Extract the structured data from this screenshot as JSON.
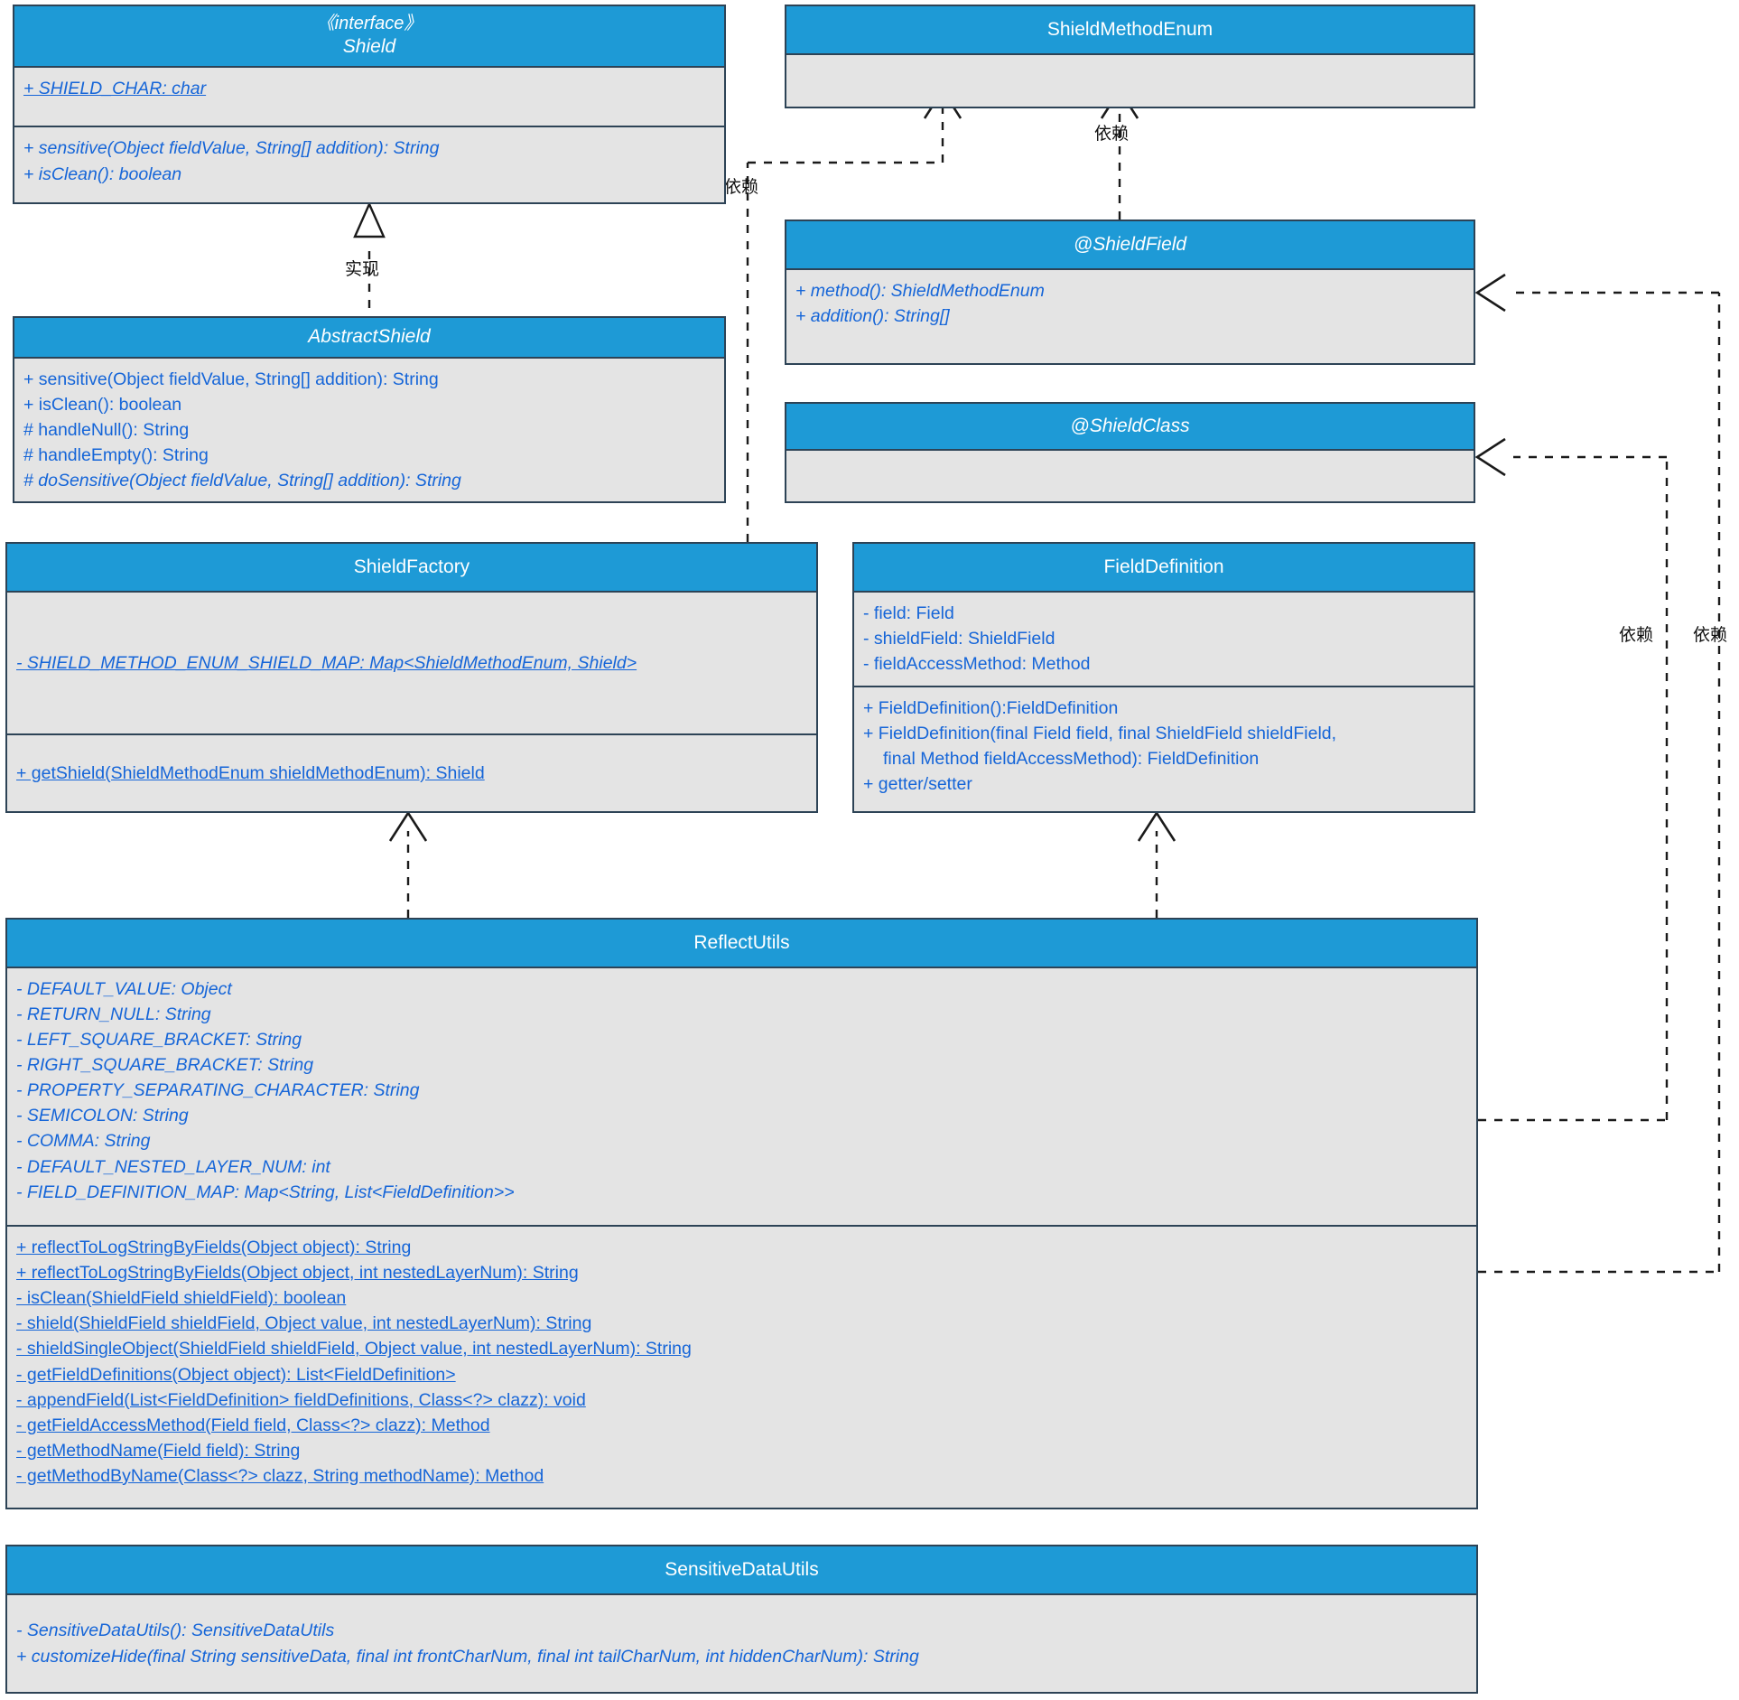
{
  "diagram": {
    "type": "uml-class-diagram",
    "palette": {
      "header_fill": "#1e9ad6",
      "body_fill": "#e4e4e4",
      "border": "#2d4356",
      "member_text": "#1565d8",
      "header_text": "#ffffff",
      "connector": "#1a1a1a"
    },
    "relationship_labels": {
      "realize": "实现",
      "depend": "依赖"
    }
  },
  "classes": {
    "shield": {
      "stereotype": "《interface》",
      "name": "Shield",
      "attributes": [
        {
          "text": "+ SHIELD_CHAR: char",
          "static": true,
          "abstract": true
        }
      ],
      "methods": [
        {
          "text": "+ sensitive(Object fieldValue, String[] addition): String",
          "abstract": true
        },
        {
          "text": "+ isClean(): boolean",
          "abstract": true
        }
      ]
    },
    "abstractShield": {
      "name": "AbstractShield",
      "abstract": true,
      "methods": [
        {
          "text": "+ sensitive(Object fieldValue, String[] addition): String"
        },
        {
          "text": "+ isClean(): boolean"
        },
        {
          "text": "# handleNull(): String"
        },
        {
          "text": "# handleEmpty(): String"
        },
        {
          "text": "# doSensitive(Object fieldValue, String[] addition): String",
          "abstract": true
        }
      ]
    },
    "shieldMethodEnum": {
      "name": "ShieldMethodEnum",
      "body": []
    },
    "shieldFieldAnno": {
      "name": "@ShieldField",
      "abstract": true,
      "methods": [
        {
          "text": "+ method(): ShieldMethodEnum",
          "abstract": true
        },
        {
          "text": "+ addition(): String[]",
          "abstract": true
        }
      ]
    },
    "shieldClassAnno": {
      "name": "@ShieldClass",
      "abstract": true,
      "body": []
    },
    "shieldFactory": {
      "name": "ShieldFactory",
      "attributes": [
        {
          "text": "- SHIELD_METHOD_ENUM_SHIELD_MAP: Map<ShieldMethodEnum, Shield>",
          "static": true,
          "abstract": true
        }
      ],
      "methods": [
        {
          "text": "+ getShield(ShieldMethodEnum shieldMethodEnum): Shield",
          "static": true
        }
      ]
    },
    "fieldDefinition": {
      "name": "FieldDefinition",
      "attributes": [
        {
          "text": "- field: Field"
        },
        {
          "text": "- shieldField: ShieldField"
        },
        {
          "text": "- fieldAccessMethod: Method"
        }
      ],
      "methods": [
        {
          "text": "+ FieldDefinition():FieldDefinition"
        },
        {
          "text": "+ FieldDefinition(final Field field, final ShieldField shieldField,"
        },
        {
          "text": "final Method fieldAccessMethod): FieldDefinition",
          "indent": true
        },
        {
          "text": "+ getter/setter"
        }
      ]
    },
    "reflectUtils": {
      "name": "ReflectUtils",
      "attributes": [
        {
          "text": "- DEFAULT_VALUE: Object",
          "abstract": true
        },
        {
          "text": "- RETURN_NULL: String",
          "abstract": true
        },
        {
          "text": "- LEFT_SQUARE_BRACKET: String",
          "abstract": true
        },
        {
          "text": "- RIGHT_SQUARE_BRACKET: String",
          "abstract": true
        },
        {
          "text": "- PROPERTY_SEPARATING_CHARACTER: String",
          "abstract": true
        },
        {
          "text": "- SEMICOLON: String",
          "abstract": true
        },
        {
          "text": "- COMMA: String",
          "abstract": true
        },
        {
          "text": "- DEFAULT_NESTED_LAYER_NUM: int",
          "abstract": true
        },
        {
          "text": "- FIELD_DEFINITION_MAP: Map<String, List<FieldDefinition>>",
          "abstract": true
        }
      ],
      "methods": [
        {
          "text": "+ reflectToLogStringByFields(Object object): String",
          "static": true
        },
        {
          "text": "+ reflectToLogStringByFields(Object object, int nestedLayerNum): String",
          "static": true
        },
        {
          "text": "- isClean(ShieldField shieldField): boolean",
          "static": true
        },
        {
          "text": "- shield(ShieldField shieldField, Object value, int nestedLayerNum): String",
          "static": true
        },
        {
          "text": "- shieldSingleObject(ShieldField shieldField, Object value, int nestedLayerNum): String",
          "static": true
        },
        {
          "text": "- getFieldDefinitions(Object object): List<FieldDefinition>",
          "static": true
        },
        {
          "text": "- appendField(List<FieldDefinition> fieldDefinitions, Class<?> clazz): void",
          "static": true
        },
        {
          "text": "- getFieldAccessMethod(Field field, Class<?> clazz): Method",
          "static": true
        },
        {
          "text": "- getMethodName(Field field): String",
          "static": true
        },
        {
          "text": "- getMethodByName(Class<?> clazz, String methodName): Method",
          "static": true
        }
      ]
    },
    "sensitiveDataUtils": {
      "name": "SensitiveDataUtils",
      "methods": [
        {
          "text": "- SensitiveDataUtils(): SensitiveDataUtils",
          "abstract": true
        },
        {
          "text": "+ customizeHide(final String sensitiveData, final int frontCharNum, final int tailCharNum, int hiddenCharNum): String",
          "abstract": true
        }
      ]
    }
  },
  "relations": [
    {
      "id": "r1",
      "from": "AbstractShield",
      "to": "Shield",
      "label": "实现",
      "kind": "realization"
    },
    {
      "id": "r2",
      "from": "@ShieldField",
      "to": "ShieldMethodEnum",
      "label": "依赖",
      "kind": "dependency"
    },
    {
      "id": "r3",
      "from": "ShieldFactory",
      "to": "ShieldMethodEnum",
      "label": "依赖",
      "kind": "dependency"
    },
    {
      "id": "r4",
      "from": "ReflectUtils",
      "to": "ShieldFactory",
      "label": "依赖",
      "kind": "dependency"
    },
    {
      "id": "r5",
      "from": "ReflectUtils",
      "to": "FieldDefinition",
      "label": "依赖",
      "kind": "dependency"
    },
    {
      "id": "r6",
      "from": "ReflectUtils",
      "to": "@ShieldClass",
      "label": "依赖",
      "kind": "dependency"
    },
    {
      "id": "r7",
      "from": "ReflectUtils",
      "to": "@ShieldField",
      "label": "依赖",
      "kind": "dependency"
    }
  ]
}
